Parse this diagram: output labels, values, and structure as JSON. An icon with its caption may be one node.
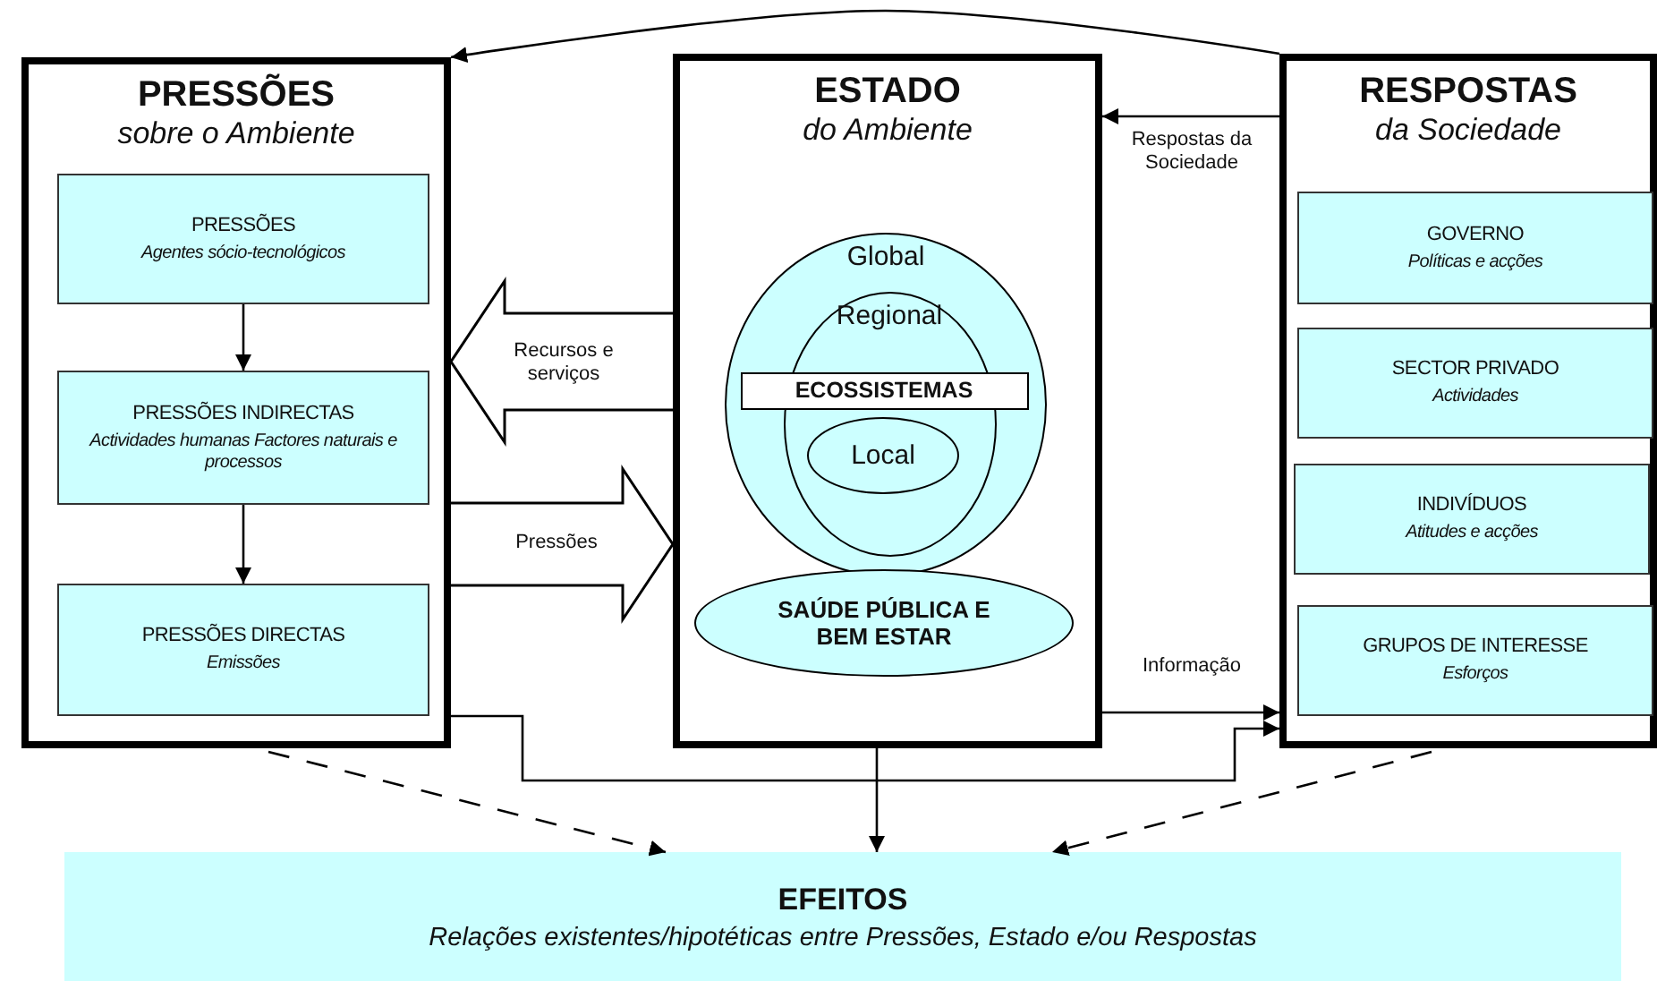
{
  "diagram": {
    "nodes": [
      {
        "text": [
          "PRESSÕES",
          "sobre o Ambiente"
        ]
      },
      {
        "text": [
          "PRESSÕES",
          "Agentes sócio-tecnológicos"
        ],
        "in": 0
      },
      {
        "text": [
          "PRESSÕES INDIRECTAS",
          "Actividades humanas Factores naturais e processos"
        ],
        "in": 0
      },
      {
        "text": [
          "PRESSÕES DIRECTAS",
          "Emissões"
        ],
        "in": 0
      },
      {
        "text": [
          "ESTADO",
          "do Ambiente"
        ]
      },
      {
        "text": [
          "Global"
        ],
        "in": 4
      },
      {
        "text": [
          "Regional"
        ],
        "in": 5
      },
      {
        "text": [
          "ECOSSISTEMAS"
        ],
        "in": 5
      },
      {
        "text": [
          "Local"
        ],
        "in": 6
      },
      {
        "text": [
          "SAÚDE PÚBLICA E BEM ESTAR"
        ],
        "in": 4
      },
      {
        "text": [
          "RESPOSTAS",
          "da Sociedade"
        ]
      },
      {
        "text": [
          "GOVERNO",
          "Políticas e acções"
        ],
        "in": 10
      },
      {
        "text": [
          "SECTOR PRIVADO",
          "Actividades"
        ],
        "in": 10
      },
      {
        "text": [
          "INDIVÍDUOS",
          "Atitudes e acções"
        ],
        "in": 10
      },
      {
        "text": [
          "GRUPOS DE INTERESSE",
          "Esforços"
        ],
        "in": 10
      },
      {
        "text": [
          "EFEITOS",
          "Relações existentes/hipotéticas entre Pressões, Estado e/ou Respostas"
        ]
      }
    ],
    "edges": [
      {
        "from": 1,
        "to": 2,
        "arrow": "to"
      },
      {
        "from": 2,
        "to": 3,
        "arrow": "to"
      },
      {
        "from": 10,
        "to": 0,
        "arrow": "to"
      },
      {
        "from": 10,
        "to": 4,
        "arrow": "to",
        "label": "Respostas da Sociedade"
      },
      {
        "from": 4,
        "to": 0,
        "arrow": "to",
        "label": "Recursos e serviços",
        "style": "thick"
      },
      {
        "from": 0,
        "to": 4,
        "arrow": "to",
        "label": "Pressões",
        "style": "thick"
      },
      {
        "from": 4,
        "to": 10,
        "arrow": "to",
        "label": "Informação"
      },
      {
        "from": 0,
        "to": 10,
        "arrow": "to"
      },
      {
        "from": 4,
        "to": 15,
        "arrow": "to"
      },
      {
        "from": 0,
        "to": 15,
        "arrow": "to",
        "style": "dashed"
      },
      {
        "from": 10,
        "to": 15,
        "arrow": "to",
        "style": "dashed"
      }
    ]
  }
}
